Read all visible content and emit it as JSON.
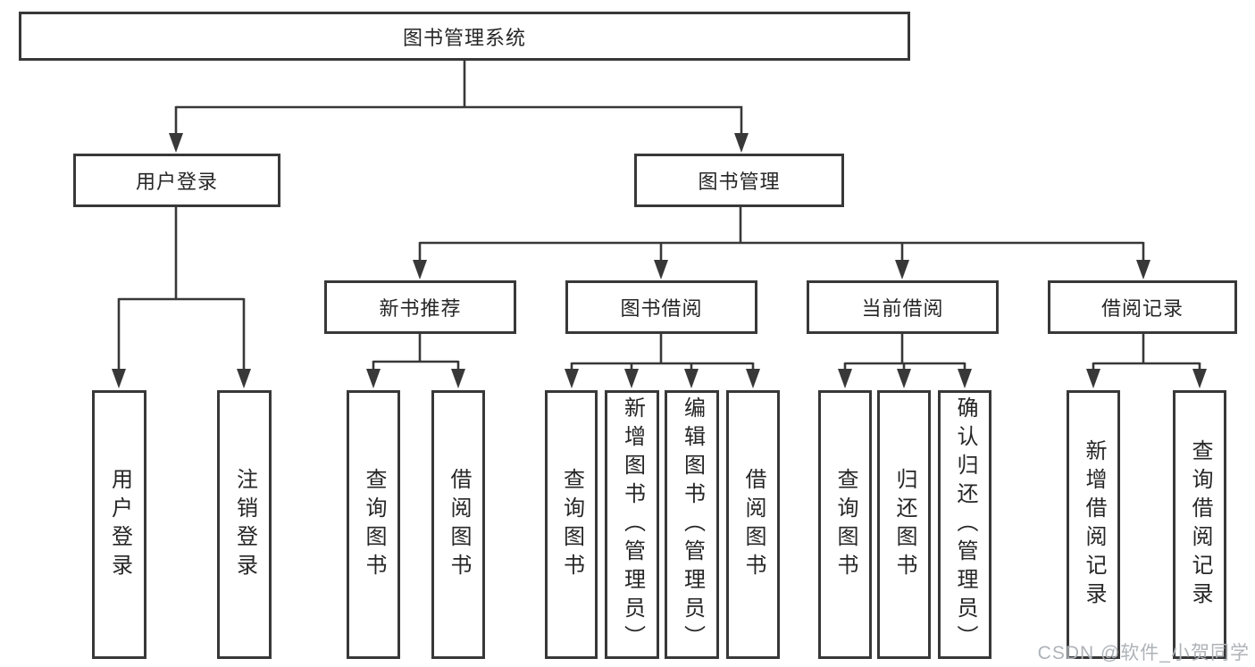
{
  "nodes": {
    "root": "图书管理系统",
    "user_login": "用户登录",
    "book_mgmt": "图书管理",
    "new_book_rec": "新书推荐",
    "book_borrow": "图书借阅",
    "current_borrow": "当前借阅",
    "borrow_records": "借阅记录",
    "leaf_user_login": "用户登录",
    "leaf_logout": "注销登录",
    "leaf_query_book_new": "查询图书",
    "leaf_borrow_book_new": "借阅图书",
    "leaf_query_book_borrow": "查询图书",
    "leaf_add_book_admin": "新增图书（管理员）",
    "leaf_edit_book_admin": "编辑图书（管理员）",
    "leaf_borrow_book": "借阅图书",
    "leaf_query_book_current": "查询图书",
    "leaf_return_book": "归还图书",
    "leaf_confirm_return_admin": "确认归还（管理员）",
    "leaf_add_borrow_record": "新增借阅记录",
    "leaf_query_borrow_record": "查询借阅记录"
  },
  "watermark": "CSDN @软件_小贺同学",
  "colors": {
    "line": "#383838",
    "border": "#383838",
    "text": "#262626",
    "watermark": "#aeb3b8"
  }
}
